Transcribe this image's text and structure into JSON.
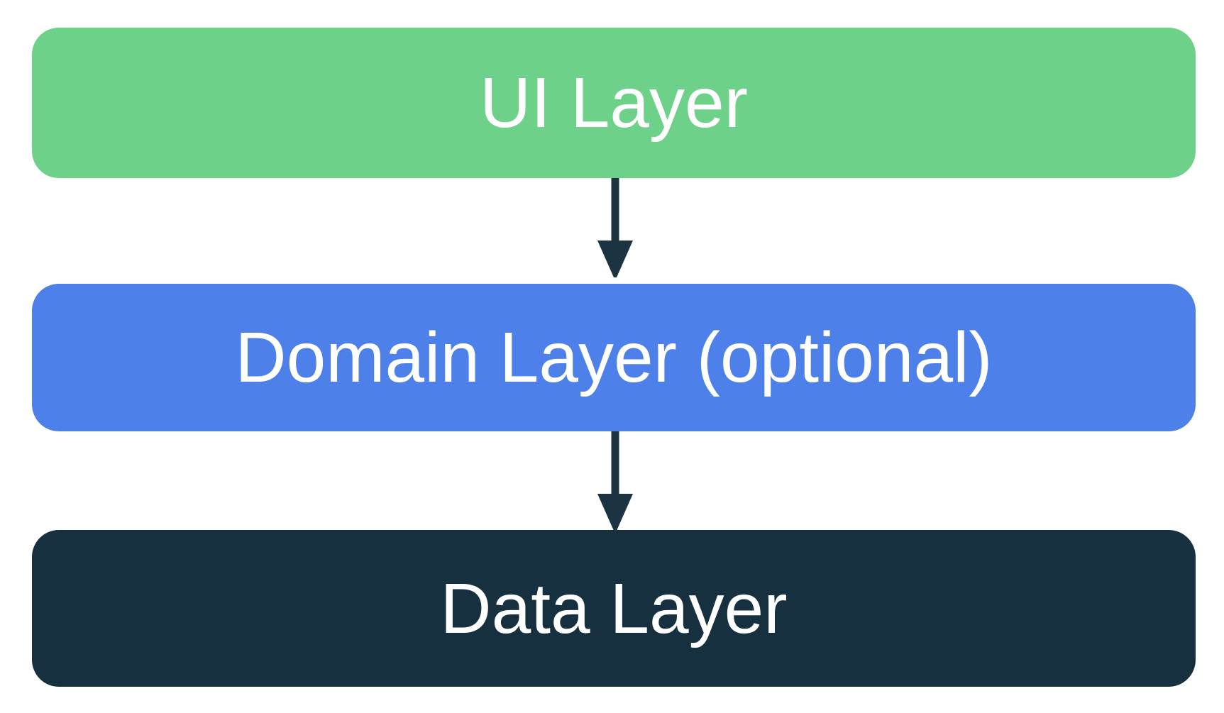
{
  "diagram": {
    "background_color": "#ffffff",
    "text_color": "#ffffff",
    "layers": [
      {
        "id": "ui",
        "label": "UI Layer",
        "bg": "#6dd18a"
      },
      {
        "id": "domain",
        "label": "Domain Layer (optional)",
        "bg": "#4e80ea"
      },
      {
        "id": "data",
        "label": "Data Layer",
        "bg": "#16303f"
      }
    ],
    "arrows": [
      {
        "from": "ui",
        "to": "domain",
        "direction": "down",
        "color": "#1c3442"
      },
      {
        "from": "domain",
        "to": "data",
        "direction": "down",
        "color": "#1c3442"
      }
    ]
  }
}
